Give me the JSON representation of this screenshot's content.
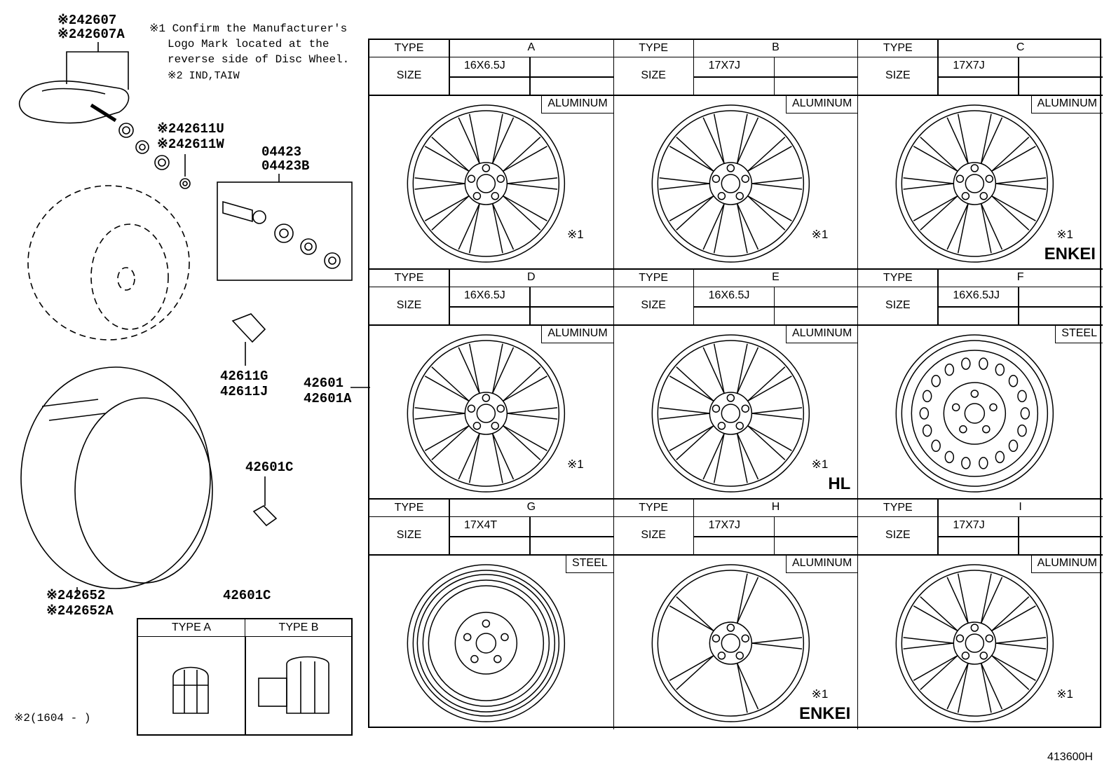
{
  "notes": {
    "note1_line1": "※1 Confirm the Manufacturer's",
    "note1_line2": "Logo Mark located at the",
    "note1_line3": "reverse side of Disc Wheel.",
    "note2": "※2 IND,TAIW",
    "date_range": "※2(1604 -      )",
    "diagram_id": "413600H"
  },
  "parts": {
    "sensor_a": "※242607",
    "sensor_b": "※242607A",
    "nut_u": "※242611U",
    "nut_w": "※242611W",
    "valve_kit_a": "04423",
    "valve_kit_b": "04423B",
    "valve_g": "42611G",
    "valve_j": "42611J",
    "wheel_a": "42601",
    "wheel_b": "42601A",
    "hub_nut_mid": "42601C",
    "tire_a": "※242652",
    "tire_b": "※242652A",
    "hub_nut_bottom": "42601C"
  },
  "nut_table": {
    "type_a": "TYPE A",
    "type_b": "TYPE B"
  },
  "grid_labels": {
    "type": "TYPE",
    "size": "SIZE"
  },
  "wheels": [
    {
      "type": "A",
      "size": "16X6.5J",
      "material": "ALUMINUM",
      "mark": "※1",
      "logo": ""
    },
    {
      "type": "B",
      "size": "17X7J",
      "material": "ALUMINUM",
      "mark": "※1",
      "logo": ""
    },
    {
      "type": "C",
      "size": "17X7J",
      "material": "ALUMINUM",
      "mark": "※1",
      "logo": "ENKEI"
    },
    {
      "type": "D",
      "size": "16X6.5J",
      "material": "ALUMINUM",
      "mark": "※1",
      "logo": ""
    },
    {
      "type": "E",
      "size": "16X6.5J",
      "material": "ALUMINUM",
      "mark": "※1",
      "logo": "HL"
    },
    {
      "type": "F",
      "size": "16X6.5JJ",
      "material": "STEEL",
      "mark": "",
      "logo": ""
    },
    {
      "type": "G",
      "size": "17X4T",
      "material": "STEEL",
      "mark": "",
      "logo": ""
    },
    {
      "type": "H",
      "size": "17X7J",
      "material": "ALUMINUM",
      "mark": "※1",
      "logo": "ENKEI"
    },
    {
      "type": "I",
      "size": "17X7J",
      "material": "ALUMINUM",
      "mark": "※1",
      "logo": ""
    }
  ]
}
